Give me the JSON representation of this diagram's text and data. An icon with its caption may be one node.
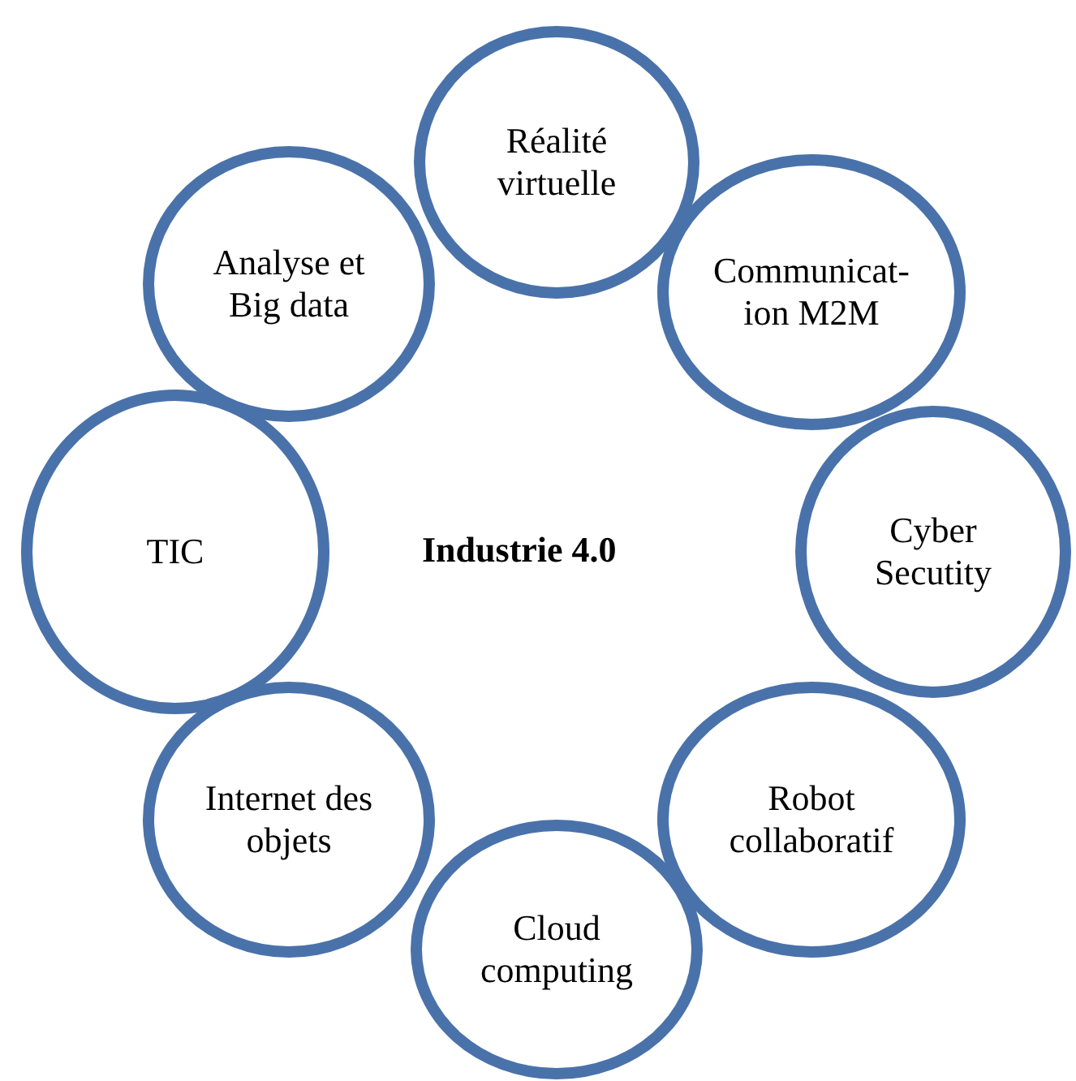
{
  "diagram": {
    "nodes": [
      {
        "text": [
          "Réalité virtuelle"
        ]
      },
      {
        "text": [
          "Analyse et Big data"
        ]
      },
      {
        "text": [
          "Communicat- ion M2M"
        ]
      },
      {
        "text": [
          "TIC"
        ]
      },
      {
        "text": [
          "Cyber Secutity"
        ]
      },
      {
        "text": [
          "Internet des objets"
        ]
      },
      {
        "text": [
          "Robot collaboratif"
        ]
      },
      {
        "text": [
          "Cloud computing"
        ]
      }
    ],
    "edges": [],
    "labels": [
      "Industrie 4.0"
    ]
  }
}
